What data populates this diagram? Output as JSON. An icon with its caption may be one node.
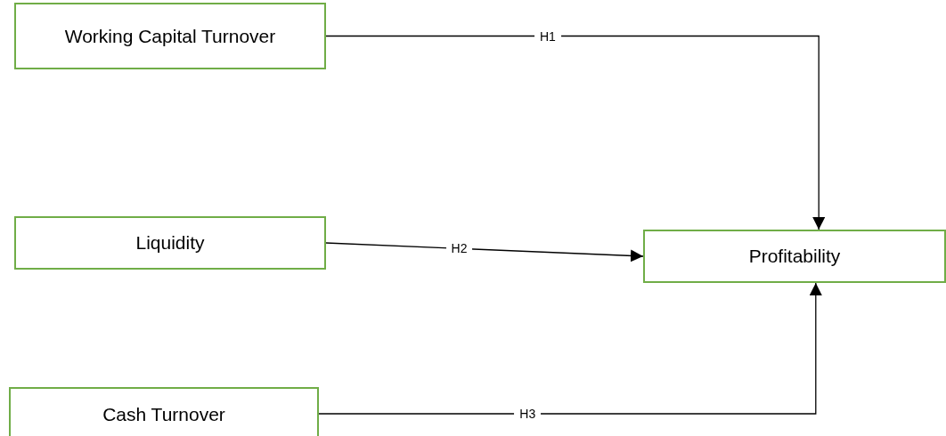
{
  "diagram": {
    "nodes": [
      {
        "text": [
          "Working Capital Turnover"
        ]
      },
      {
        "text": [
          "Liquidity"
        ]
      },
      {
        "text": [
          "Profitability"
        ]
      },
      {
        "text": [
          "Cash Turnover"
        ]
      }
    ],
    "edges": [
      {
        "from": 0,
        "to": 2,
        "arrow": "to",
        "label": "H1"
      },
      {
        "from": 1,
        "to": 2,
        "arrow": "to",
        "label": "H2"
      },
      {
        "from": 3,
        "to": 2,
        "arrow": "to",
        "label": "H3"
      }
    ]
  }
}
